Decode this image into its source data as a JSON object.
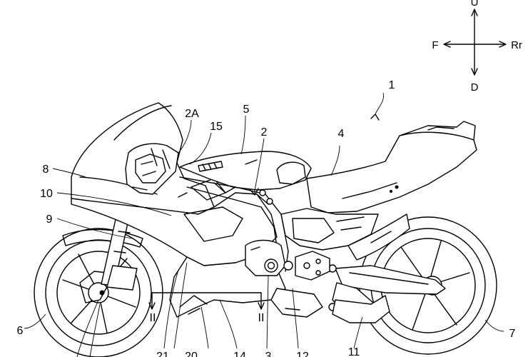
{
  "direction": {
    "up": "U",
    "down": "D",
    "front": "F",
    "rear": "Rr"
  },
  "labels": {
    "l1": "1",
    "l2": "2",
    "l2a": "2A",
    "l3": "3",
    "l4": "4",
    "l5": "5",
    "l6": "6",
    "l7": "7",
    "l8": "8",
    "l9": "9",
    "l10": "10",
    "l11": "11",
    "l12": "12",
    "l14": "14",
    "l15": "15",
    "l20": "20",
    "l21": "21",
    "section_left": "II",
    "section_right": "II"
  }
}
